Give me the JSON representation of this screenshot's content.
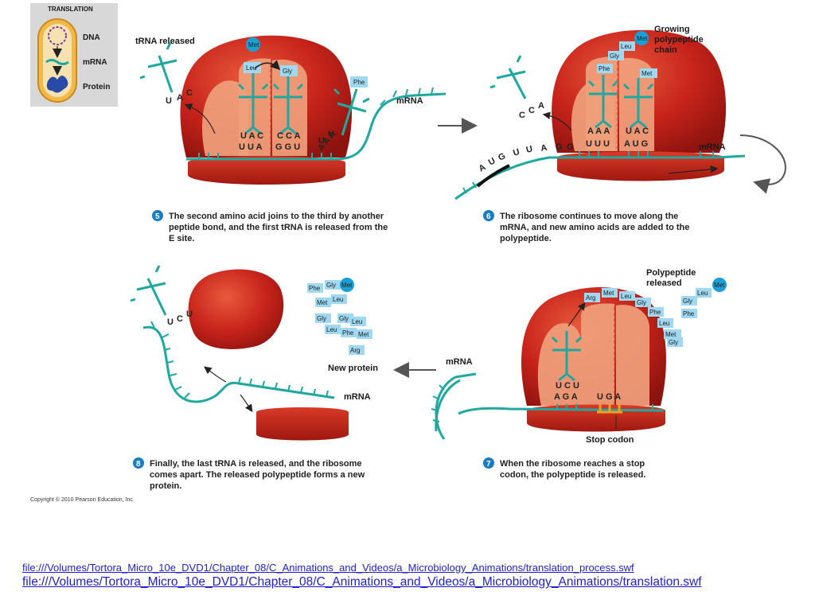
{
  "inset": {
    "title": "TRANSLATION",
    "items": [
      "DNA",
      "mRNA",
      "Protein"
    ]
  },
  "panel5": {
    "step": "5",
    "labels": {
      "trna_released": "tRNA released",
      "mrna": "mRNA"
    },
    "caption": [
      "The second amino acid joins to the third by another",
      "peptide bond, and the first tRNA is released from the",
      "E site."
    ],
    "amino_acids": [
      "Met",
      "Leu",
      "Gly",
      "Phe"
    ],
    "released_anticodon": [
      "U",
      "A",
      "C"
    ],
    "anticodons": [
      "U A C",
      "C C A",
      "A A A"
    ],
    "codons": [
      "U U A",
      "G G U"
    ],
    "incoming_mrna": [
      "U",
      "U"
    ]
  },
  "panel6": {
    "step": "6",
    "labels": {
      "growing_chain": [
        "Growing",
        "polypeptide",
        "chain"
      ],
      "mrna": "mRNA"
    },
    "caption": [
      "The ribosome continues to move along the",
      "mRNA, and new amino acids are added to the",
      "polypeptide."
    ],
    "amino_acids": [
      "Met",
      "Leu",
      "Gly",
      "Phe",
      "Met"
    ],
    "released_anticodon": [
      "C",
      "C",
      "A"
    ],
    "mrna_left": [
      "A",
      "U",
      "G",
      "U",
      "U",
      "A",
      "G",
      "G"
    ],
    "anticodons": [
      "A A A",
      "U A C"
    ],
    "codons": [
      "U U U",
      "A U G"
    ]
  },
  "panel7": {
    "step": "7",
    "labels": {
      "polypeptide_released": [
        "Polypeptide",
        "released"
      ],
      "mrna": "mRNA",
      "stop_codon": "Stop codon"
    },
    "caption": [
      "When the ribosome reaches a stop",
      "codon, the polypeptide is released."
    ],
    "chain": [
      "Arg",
      "Met",
      "Leu",
      "Gly",
      "Phe",
      "Leu",
      "Met",
      "Gly",
      "Phe",
      "Gly",
      "Leu",
      "Met"
    ],
    "anticodon": "U C U",
    "codons": [
      "A G A",
      "U G A"
    ]
  },
  "panel8": {
    "step": "8",
    "labels": {
      "new_protein": "New protein",
      "mrna": "mRNA"
    },
    "caption": [
      "Finally, the last tRNA is released, and the ribosome",
      "comes apart. The released polypeptide forms a new",
      "protein."
    ],
    "anticodon": [
      "U",
      "C",
      "U"
    ],
    "protein": [
      "Phe",
      "Gly",
      "Met",
      "Met",
      "Leu",
      "Gly",
      "Gly",
      "Leu",
      "Leu",
      "Phe",
      "Met",
      "Arg"
    ]
  },
  "copyright": "Copyright © 2010 Pearson Education, Inc.",
  "links": [
    "file:///Volumes/Tortora_Micro_10e_DVD1/Chapter_08/C_Animations_and_Videos/a_Microbiology_Animations/translation_process.swf",
    "file:///Volumes/Tortora_Micro_10e_DVD1/Chapter_08/C_Animations_and_Videos/a_Microbiology_Animations/translation.swf"
  ],
  "colors": {
    "ribosome": "#c8241b",
    "ribosome_light": "#f0a07c",
    "mrna": "#1fa8a0",
    "amino_acid": "#9fd8f0",
    "met": "#1c9fd8",
    "step_badge": "#1a7cc0",
    "stop": "#f0a020",
    "link": "#1f1fd0"
  }
}
